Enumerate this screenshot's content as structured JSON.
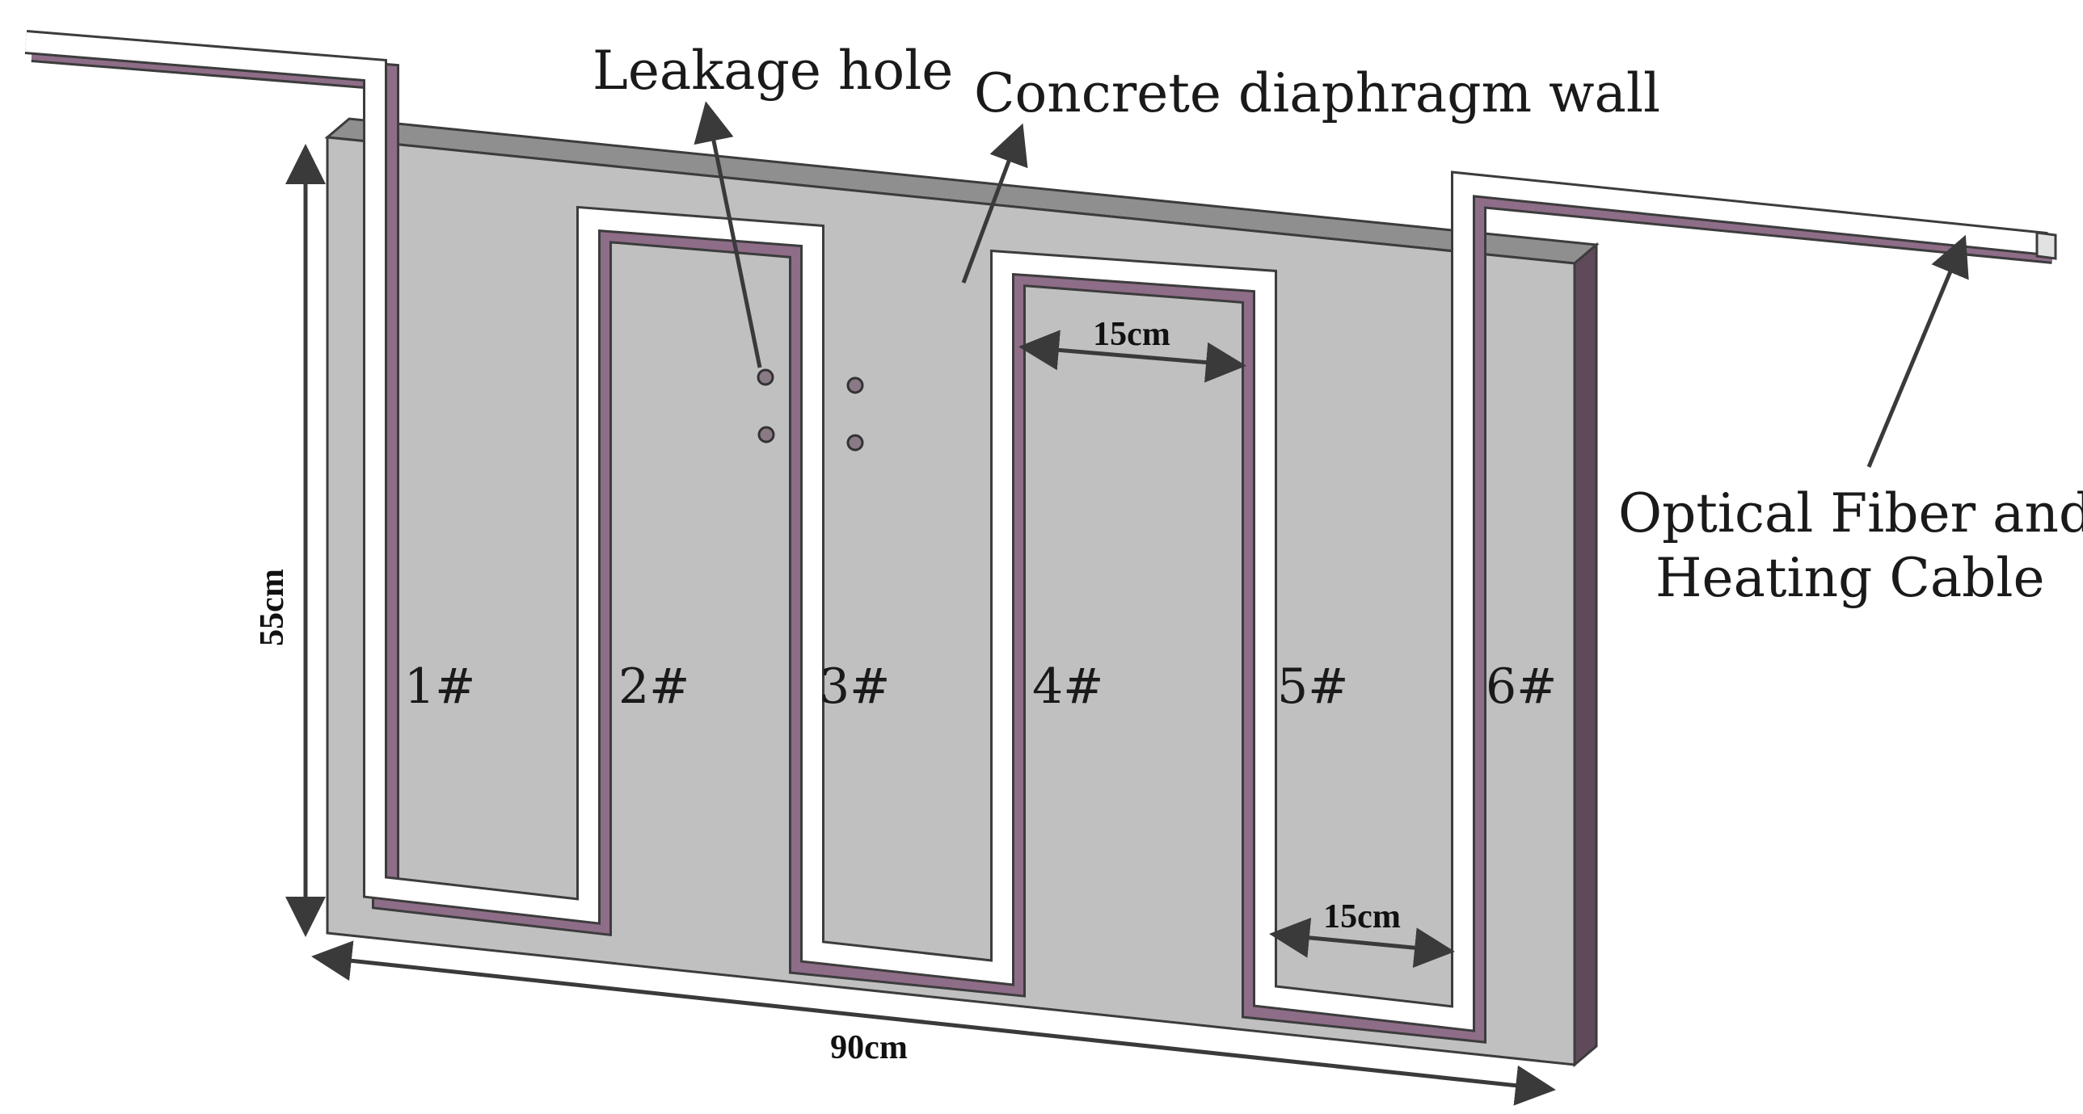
{
  "colors": {
    "wall_face": "#c0c0c0",
    "wall_top": "#8f8f8f",
    "wall_side": "#5f4a5a",
    "cable_face": "#ffffff",
    "cable_shadow": "#8e6d88",
    "outline": "#3c3c3c",
    "arrow": "#3a3a3a"
  },
  "labels": {
    "leakage_hole": "Leakage hole",
    "wall": "Concrete diaphragm wall",
    "cable_line1": "Optical Fiber and",
    "cable_line2": "Heating Cable"
  },
  "dimensions": {
    "height": "55cm",
    "width": "90cm",
    "spacing_top": "15cm",
    "spacing_bottom": "15cm"
  },
  "sections": [
    "1#",
    "2#",
    "3#",
    "4#",
    "5#",
    "6#"
  ]
}
